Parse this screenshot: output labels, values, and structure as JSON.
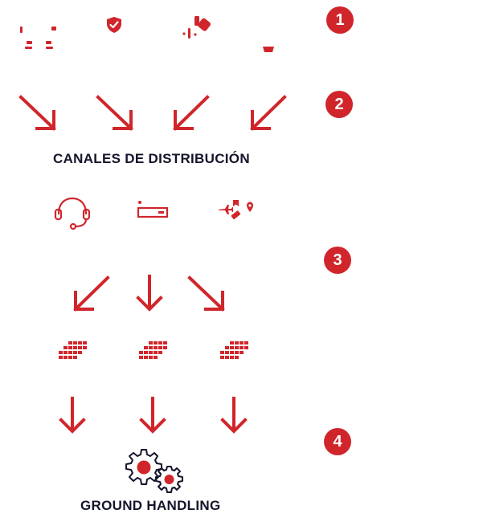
{
  "colors": {
    "accent": "#d0262b",
    "heading": "#14142b",
    "background": "#ffffff"
  },
  "steps": [
    {
      "number": "1"
    },
    {
      "number": "2"
    },
    {
      "number": "3"
    },
    {
      "number": "4"
    }
  ],
  "distribution": {
    "title": "CANALES DE DISTRIBUCIÓN"
  },
  "ground": {
    "title": "GROUND HANDLING"
  },
  "icons": {
    "top_row": [
      "facial-recognition-icon",
      "shield-check-icon",
      "tags-icon",
      "partial-icon"
    ],
    "channels": [
      "headset-icon",
      "device-icon",
      "travel-icon"
    ],
    "grids": [
      "grid-icon",
      "grid-icon",
      "grid-icon"
    ],
    "gears": "gears-icon"
  }
}
